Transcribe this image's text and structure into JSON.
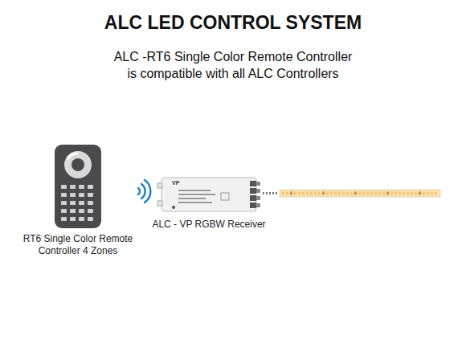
{
  "diagram": {
    "title": "ALC LED CONTROL SYSTEM",
    "caption": "ALC -RT6 Single Color Remote Controller is compatible with all ALC Controllers",
    "nodes": [
      {
        "text": [
          "RT6 Single Color Remote Controller 4 Zones"
        ]
      },
      {
        "text": [
          "ALC - VP RGBW Receiver"
        ]
      }
    ],
    "labels": [
      "VP"
    ]
  }
}
